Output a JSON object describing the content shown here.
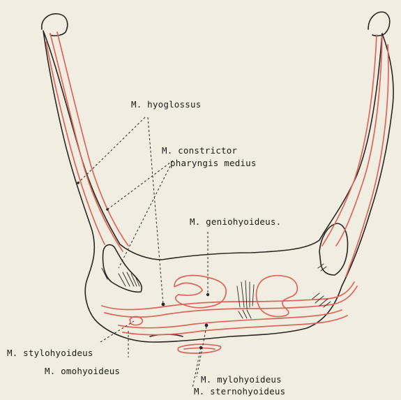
{
  "labels": {
    "hyoglossus": "M. hyoglossus",
    "constrictor_line1": "M. constrictor",
    "constrictor_line2": "pharyngis medius",
    "geniohyoideus": "M. geniohyoideus.",
    "stylohyoideus": "M. stylohyoideus",
    "omohyoideus": "M. omohyoideus",
    "mylohyoideus": "M. mylohyoideus",
    "sternohyoideus": "M. sternohyoideus"
  },
  "colors": {
    "paper": "#f1ede0",
    "outline": "#2a2522",
    "muscle_attachment": "#d9665c"
  }
}
